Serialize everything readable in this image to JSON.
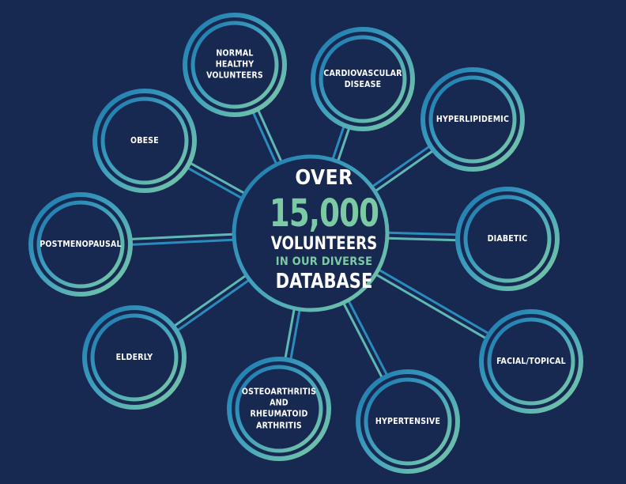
{
  "center": {
    "line1": "OVER",
    "number": "15,000",
    "line2": "VOLUNTEERS",
    "line3": "IN OUR DIVERSE",
    "line4": "DATABASE"
  },
  "colors": {
    "background": "#172851",
    "ring_blue": "#1a76ad",
    "ring_teal": "#7ccaa4",
    "accent_green": "#7ccaa4",
    "text": "#ffffff"
  },
  "nodes": [
    {
      "id": "normal-healthy-volunteers",
      "label": "NORMAL\nHEALTHY\nVOLUNTEERS"
    },
    {
      "id": "cardiovascular-disease",
      "label": "CARDIOVASCULAR\nDISEASE"
    },
    {
      "id": "hyperlipidemic",
      "label": "HYPERLIPIDEMIC"
    },
    {
      "id": "diabetic",
      "label": "DIABETIC"
    },
    {
      "id": "facial-topical",
      "label": "FACIAL/TOPICAL"
    },
    {
      "id": "hypertensive",
      "label": "HYPERTENSIVE"
    },
    {
      "id": "osteoarthritis",
      "label": "OSTEOARTHRITIS\nAND\nRHEUMATOID\nARTHRITIS"
    },
    {
      "id": "elderly",
      "label": "ELDERLY"
    },
    {
      "id": "postmenopausal",
      "label": "POSTMENOPAUSAL"
    },
    {
      "id": "obese",
      "label": "OBESE"
    }
  ]
}
